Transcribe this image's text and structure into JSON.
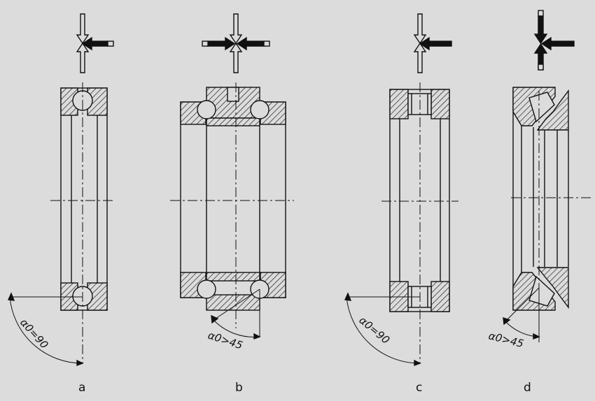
{
  "diagram": {
    "colors": {
      "background": "#dcdcdc",
      "stroke": "#111111",
      "hatch": "#222222"
    },
    "bearings": [
      {
        "id": "a",
        "caption": "a",
        "angle_label": "α0=90",
        "load": "axial one direction",
        "rolling_element": "ball"
      },
      {
        "id": "b",
        "caption": "b",
        "angle_label": "α0>45",
        "load": "axial both directions",
        "rolling_element": "ball"
      },
      {
        "id": "c",
        "caption": "c",
        "angle_label": "α0=90",
        "load": "axial one direction",
        "rolling_element": "roller"
      },
      {
        "id": "d",
        "caption": "d",
        "angle_label": "α0>45",
        "load": "combined axial and radial",
        "rolling_element": "roller"
      }
    ]
  }
}
